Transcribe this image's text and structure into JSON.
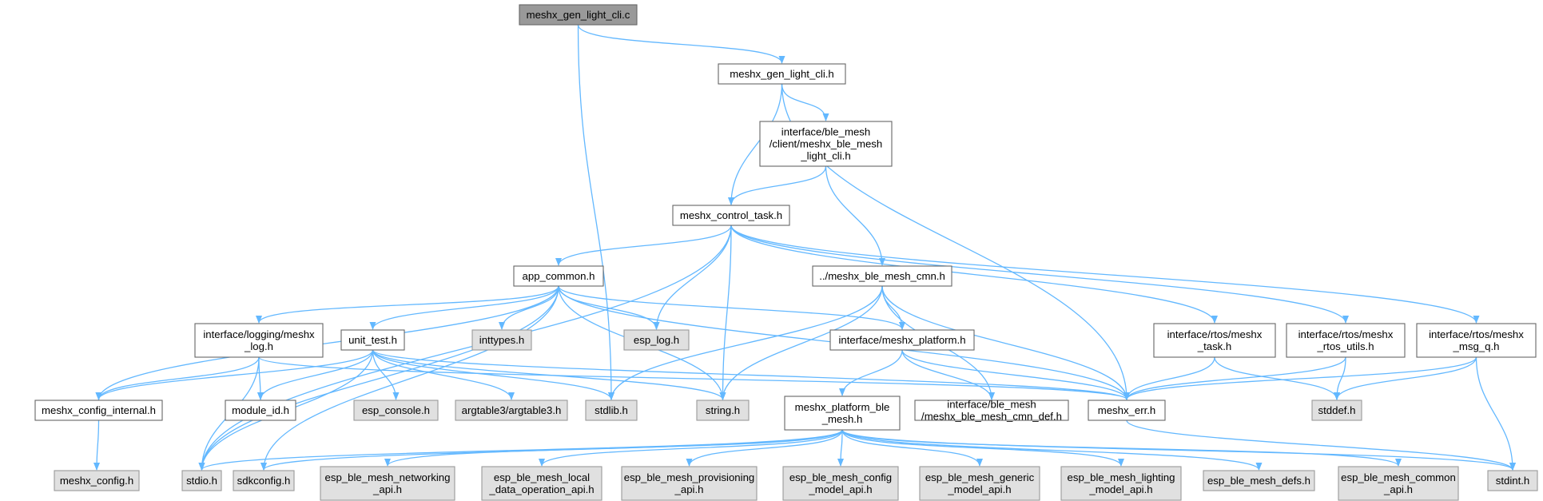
{
  "colors": {
    "root_fill": "#999999",
    "root_stroke": "#666666",
    "file_fill": "#ffffff",
    "file_stroke": "#666666",
    "external_fill": "#e0e0e0",
    "external_stroke": "#999999",
    "edge": "#63b8ff",
    "text": "#000000"
  },
  "nodes": [
    {
      "id": "root",
      "kind": "root",
      "lines": [
        "meshx_gen_light_cli.c"
      ]
    },
    {
      "id": "gen_cli_h",
      "kind": "file",
      "lines": [
        "meshx_gen_light_cli.h"
      ]
    },
    {
      "id": "ble_light_cli",
      "kind": "file",
      "lines": [
        "interface/ble_mesh",
        "/client/meshx_ble_mesh",
        "_light_cli.h"
      ]
    },
    {
      "id": "control_task",
      "kind": "file",
      "lines": [
        "meshx_control_task.h"
      ]
    },
    {
      "id": "app_common",
      "kind": "file",
      "lines": [
        "app_common.h"
      ]
    },
    {
      "id": "ble_mesh_cmn",
      "kind": "file",
      "lines": [
        "../meshx_ble_mesh_cmn.h"
      ]
    },
    {
      "id": "logging",
      "kind": "file",
      "lines": [
        "interface/logging/meshx",
        "_log.h"
      ]
    },
    {
      "id": "unit_test",
      "kind": "file",
      "lines": [
        "unit_test.h"
      ]
    },
    {
      "id": "inttypes",
      "kind": "external",
      "lines": [
        "inttypes.h"
      ]
    },
    {
      "id": "esp_log",
      "kind": "external",
      "lines": [
        "esp_log.h"
      ]
    },
    {
      "id": "platform",
      "kind": "file",
      "lines": [
        "interface/meshx_platform.h"
      ]
    },
    {
      "id": "rtos_task",
      "kind": "file",
      "lines": [
        "interface/rtos/meshx",
        "_task.h"
      ]
    },
    {
      "id": "rtos_utils",
      "kind": "file",
      "lines": [
        "interface/rtos/meshx",
        "_rtos_utils.h"
      ]
    },
    {
      "id": "rtos_msgq",
      "kind": "file",
      "lines": [
        "interface/rtos/meshx",
        "_msg_q.h"
      ]
    },
    {
      "id": "config_internal",
      "kind": "file",
      "lines": [
        "meshx_config_internal.h"
      ]
    },
    {
      "id": "module_id",
      "kind": "file",
      "lines": [
        "module_id.h"
      ]
    },
    {
      "id": "esp_console",
      "kind": "external",
      "lines": [
        "esp_console.h"
      ]
    },
    {
      "id": "argtable3",
      "kind": "external",
      "lines": [
        "argtable3/argtable3.h"
      ]
    },
    {
      "id": "stdlib",
      "kind": "external",
      "lines": [
        "stdlib.h"
      ]
    },
    {
      "id": "string",
      "kind": "external",
      "lines": [
        "string.h"
      ]
    },
    {
      "id": "platform_ble",
      "kind": "file",
      "lines": [
        "meshx_platform_ble",
        "_mesh.h"
      ]
    },
    {
      "id": "cmn_def",
      "kind": "file",
      "lines": [
        "interface/ble_mesh",
        "/meshx_ble_mesh_cmn_def.h"
      ]
    },
    {
      "id": "meshx_err",
      "kind": "file",
      "lines": [
        "meshx_err.h"
      ]
    },
    {
      "id": "stddef",
      "kind": "external",
      "lines": [
        "stddef.h"
      ]
    },
    {
      "id": "meshx_config",
      "kind": "external",
      "lines": [
        "meshx_config.h"
      ]
    },
    {
      "id": "stdio",
      "kind": "external",
      "lines": [
        "stdio.h"
      ]
    },
    {
      "id": "sdkconfig",
      "kind": "external",
      "lines": [
        "sdkconfig.h"
      ]
    },
    {
      "id": "networking",
      "kind": "external",
      "lines": [
        "esp_ble_mesh_networking",
        "_api.h"
      ]
    },
    {
      "id": "local_data",
      "kind": "external",
      "lines": [
        "esp_ble_mesh_local",
        "_data_operation_api.h"
      ]
    },
    {
      "id": "provisioning",
      "kind": "external",
      "lines": [
        "esp_ble_mesh_provisioning",
        "_api.h"
      ]
    },
    {
      "id": "config_model",
      "kind": "external",
      "lines": [
        "esp_ble_mesh_config",
        "_model_api.h"
      ]
    },
    {
      "id": "generic_model",
      "kind": "external",
      "lines": [
        "esp_ble_mesh_generic",
        "_model_api.h"
      ]
    },
    {
      "id": "lighting_model",
      "kind": "external",
      "lines": [
        "esp_ble_mesh_lighting",
        "_model_api.h"
      ]
    },
    {
      "id": "mesh_defs",
      "kind": "external",
      "lines": [
        "esp_ble_mesh_defs.h"
      ]
    },
    {
      "id": "common_api",
      "kind": "external",
      "lines": [
        "esp_ble_mesh_common",
        "_api.h"
      ]
    },
    {
      "id": "stdint",
      "kind": "external",
      "lines": [
        "stdint.h"
      ]
    }
  ],
  "edges": [
    [
      "root",
      "gen_cli_h"
    ],
    [
      "root",
      "stdlib"
    ],
    [
      "gen_cli_h",
      "ble_light_cli"
    ],
    [
      "gen_cli_h",
      "control_task"
    ],
    [
      "gen_cli_h",
      "meshx_err"
    ],
    [
      "ble_light_cli",
      "control_task"
    ],
    [
      "ble_light_cli",
      "ble_mesh_cmn"
    ],
    [
      "control_task",
      "app_common"
    ],
    [
      "control_task",
      "esp_log"
    ],
    [
      "control_task",
      "string"
    ],
    [
      "control_task",
      "stdio"
    ],
    [
      "control_task",
      "rtos_task"
    ],
    [
      "control_task",
      "rtos_utils"
    ],
    [
      "control_task",
      "rtos_msgq"
    ],
    [
      "app_common",
      "logging"
    ],
    [
      "app_common",
      "unit_test"
    ],
    [
      "app_common",
      "inttypes"
    ],
    [
      "app_common",
      "esp_log"
    ],
    [
      "app_common",
      "platform"
    ],
    [
      "app_common",
      "meshx_err"
    ],
    [
      "app_common",
      "string"
    ],
    [
      "app_common",
      "stdio"
    ],
    [
      "app_common",
      "config_internal"
    ],
    [
      "app_common",
      "sdkconfig"
    ],
    [
      "ble_mesh_cmn",
      "platform"
    ],
    [
      "ble_mesh_cmn",
      "cmn_def"
    ],
    [
      "ble_mesh_cmn",
      "meshx_err"
    ],
    [
      "ble_mesh_cmn",
      "string"
    ],
    [
      "ble_mesh_cmn",
      "stdlib"
    ],
    [
      "logging",
      "config_internal"
    ],
    [
      "logging",
      "module_id"
    ],
    [
      "logging",
      "stdio"
    ],
    [
      "logging",
      "meshx_err"
    ],
    [
      "unit_test",
      "config_internal"
    ],
    [
      "unit_test",
      "module_id"
    ],
    [
      "unit_test",
      "esp_console"
    ],
    [
      "unit_test",
      "argtable3"
    ],
    [
      "unit_test",
      "stdlib"
    ],
    [
      "unit_test",
      "string"
    ],
    [
      "unit_test",
      "stdio"
    ],
    [
      "unit_test",
      "meshx_err"
    ],
    [
      "platform",
      "platform_ble"
    ],
    [
      "platform",
      "cmn_def"
    ],
    [
      "platform",
      "meshx_err"
    ],
    [
      "rtos_task",
      "meshx_err"
    ],
    [
      "rtos_task",
      "stddef"
    ],
    [
      "rtos_utils",
      "meshx_err"
    ],
    [
      "rtos_utils",
      "stddef"
    ],
    [
      "rtos_msgq",
      "meshx_err"
    ],
    [
      "rtos_msgq",
      "stddef"
    ],
    [
      "rtos_msgq",
      "stdint"
    ],
    [
      "config_internal",
      "meshx_config"
    ],
    [
      "platform_ble",
      "stdio"
    ],
    [
      "platform_ble",
      "sdkconfig"
    ],
    [
      "platform_ble",
      "networking"
    ],
    [
      "platform_ble",
      "local_data"
    ],
    [
      "platform_ble",
      "provisioning"
    ],
    [
      "platform_ble",
      "config_model"
    ],
    [
      "platform_ble",
      "generic_model"
    ],
    [
      "platform_ble",
      "lighting_model"
    ],
    [
      "platform_ble",
      "mesh_defs"
    ],
    [
      "platform_ble",
      "common_api"
    ],
    [
      "platform_ble",
      "stdint"
    ],
    [
      "meshx_err",
      "stdint"
    ]
  ]
}
